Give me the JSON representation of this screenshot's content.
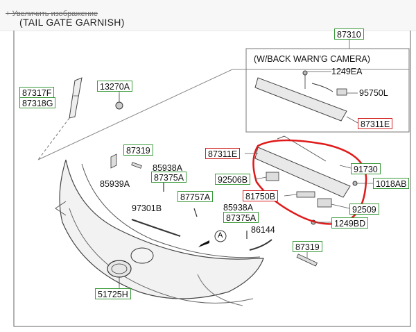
{
  "toolbar": {
    "zoom_link": "+ Увеличить изображение"
  },
  "diagram": {
    "title": "(TAIL GATE GARNISH)",
    "camera_box_title": "(W/BACK WARN'G CAMERA)",
    "corner_mark": "A",
    "labels": {
      "p87310": "87310",
      "p1249EA": "1249EA",
      "p95750L": "95750L",
      "p87311E_top": "87311E",
      "p87317F": "87317F",
      "p87318G": "87318G",
      "p13270A": "13270A",
      "p87319_top": "87319",
      "p85938A_top": "85938A",
      "p87375A_top": "87375A",
      "p85939A": "85939A",
      "p87757A": "87757A",
      "p97301B": "97301B",
      "p85938A_bot": "85938A",
      "p87375A_bot": "87375A",
      "p86144": "86144",
      "p87311E_mid": "87311E",
      "p91730": "91730",
      "p1018AB": "1018AB",
      "p92506B": "92506B",
      "p81750B": "81750B",
      "p92509": "92509",
      "p1249BD": "1249BD",
      "p87319_bot": "87319",
      "p51725H": "51725H"
    }
  },
  "colors": {
    "label_border": "#3a9a3a",
    "highlight_border": "#d21f1f",
    "annotation_circle": "#e01a1a",
    "line": "#555555"
  }
}
